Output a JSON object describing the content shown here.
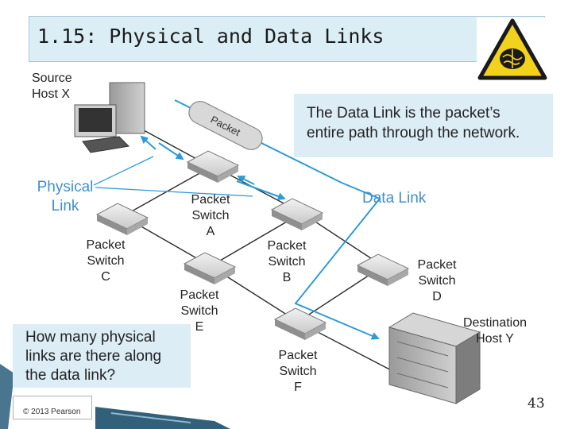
{
  "title": "1.15: Physical and Data Links",
  "callout_top": "The Data Link is the packet’s entire path through the network.",
  "callout_question": "How many physical links are there along the data link?",
  "copyright": "© 2013 Pearson",
  "page_number": "43",
  "packet_label": "Packet",
  "labels": {
    "source": "Source Host X",
    "physical_link": "Physical Link",
    "data_link": "Data Link",
    "switch_a": "Packet Switch A",
    "switch_b": "Packet Switch B",
    "switch_c": "Packet Switch C",
    "switch_d": "Packet Switch D",
    "switch_e": "Packet Switch E",
    "switch_f": "Packet Switch F",
    "destination": "Destination Host Y"
  },
  "colors": {
    "title_bg": "#dbeef6",
    "callout_bg": "#dcedf6",
    "data_link": "#2e9bd6",
    "label_blue": "#3f8fce",
    "warning_yellow": "#f3d21c"
  }
}
